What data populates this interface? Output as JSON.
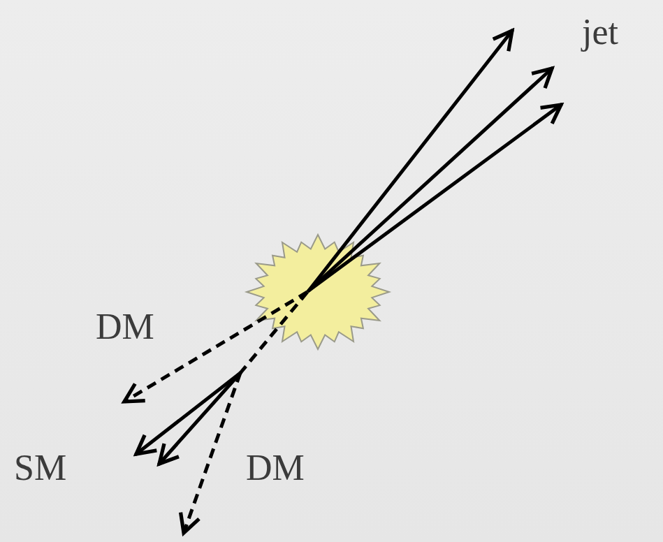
{
  "diagram": {
    "labels": [
      "jet",
      "DM",
      "SM",
      "DM"
    ]
  }
}
